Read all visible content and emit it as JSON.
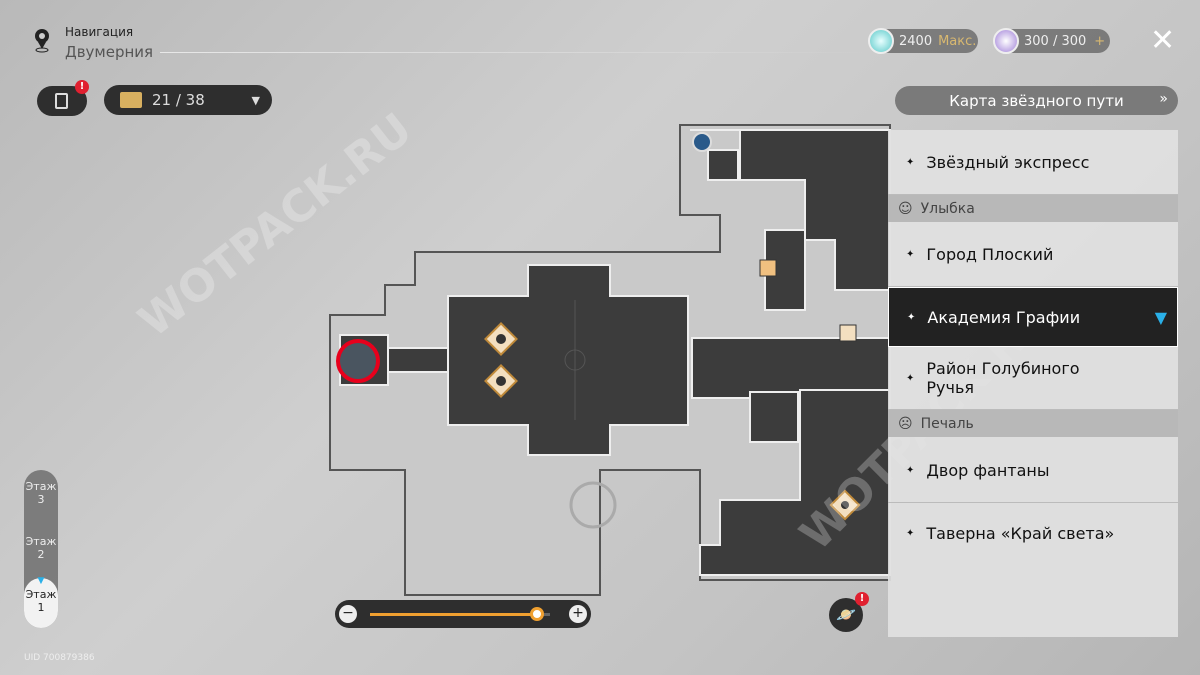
{
  "header": {
    "title": "Навигация",
    "subtitle": "Двумерния"
  },
  "toolbar": {
    "chest_count": "21 / 38"
  },
  "resources": [
    {
      "value": "2400",
      "suffix": "Макс."
    },
    {
      "value": "300 / 300",
      "suffix": "+"
    }
  ],
  "star_map_button": "Карта звёздного пути",
  "locations": {
    "item0": "Звёздный экспресс",
    "section1": "Улыбка",
    "item1": "Город Плоский",
    "item2": "Академия Графии",
    "item3": "Район Голубиного Ручья",
    "section2": "Печаль",
    "item4": "Двор фантаны",
    "item5": "Таверна «Край света»"
  },
  "floors": [
    {
      "label": "Этаж",
      "num": "3"
    },
    {
      "label": "Этаж",
      "num": "2"
    },
    {
      "label": "Этаж",
      "num": "1"
    }
  ],
  "uid": "UID 700879386",
  "zoom_level": 0.93,
  "watermark": "WOTPACK.RU",
  "colors": {
    "accent": "#f0a030",
    "selected_bg": "#222222",
    "marker": "#e8001c",
    "nav_arrow": "#2ab0e8"
  }
}
